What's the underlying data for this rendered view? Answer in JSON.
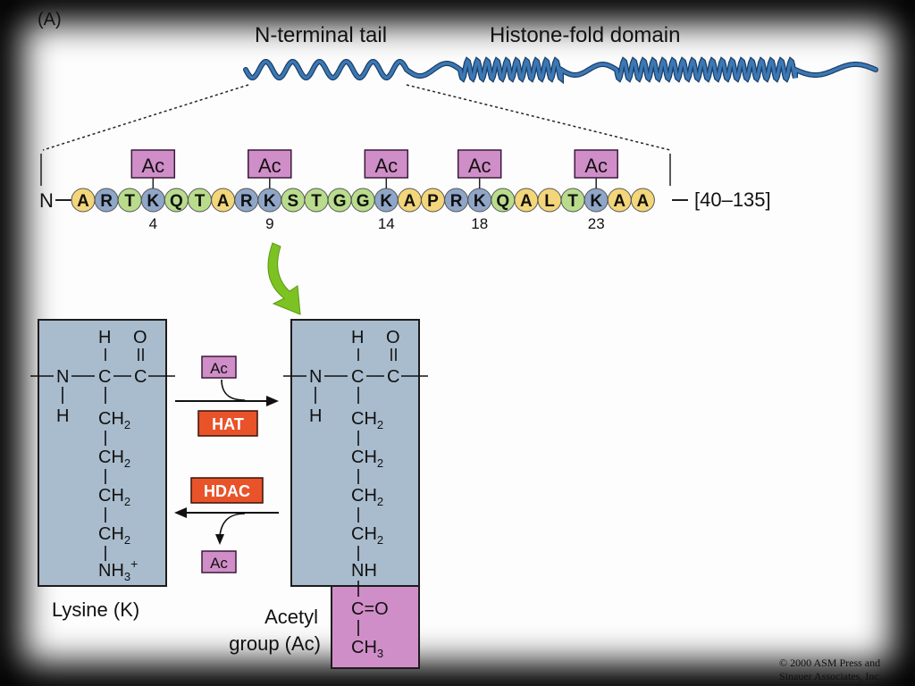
{
  "panel_label": "(A)",
  "labels": {
    "n_terminal_tail": "N-terminal tail",
    "histone_fold_domain": "Histone-fold domain",
    "n_terminus": "N",
    "range": "[40–135]",
    "lysine": "Lysine (K)",
    "acetyl_line1": "Acetyl",
    "acetyl_line2": "group (Ac)"
  },
  "modification_tag": "Ac",
  "sequence": [
    "A",
    "R",
    "T",
    "K",
    "Q",
    "T",
    "A",
    "R",
    "K",
    "S",
    "T",
    "G",
    "G",
    "K",
    "A",
    "P",
    "R",
    "K",
    "Q",
    "A",
    "L",
    "T",
    "K",
    "A",
    "A"
  ],
  "residue_colors": {
    "A": "#f3d67a",
    "R": "#8fa6c8",
    "T": "#b9dc8c",
    "K": "#8fa6c8",
    "Q": "#b9dc8c",
    "S": "#b9dc8c",
    "G": "#b9dc8c",
    "P": "#f3d67a",
    "L": "#f3d67a"
  },
  "acetylated_sites": [
    {
      "position": "4",
      "index": 3
    },
    {
      "position": "9",
      "index": 8
    },
    {
      "position": "14",
      "index": 13
    },
    {
      "position": "18",
      "index": 17
    },
    {
      "position": "23",
      "index": 22
    }
  ],
  "enzymes": {
    "hat": "HAT",
    "hdac": "HDAC"
  },
  "lysine_structure": {
    "H": "H",
    "O": "O",
    "N": "N",
    "C": "C",
    "H_below": "H",
    "CH2": "CH",
    "sub2": "2",
    "NH3": "NH",
    "sub3": "3",
    "plus": "+"
  },
  "acetyl_structure": {
    "NH": "NH",
    "CO": "C=O",
    "CH3": "CH",
    "sub3": "3"
  },
  "copyright": "© 2000 ASM Press and",
  "copyright2": "Sinauer Associates, Inc.",
  "colors": {
    "box_blue": "#a9bccd",
    "acetyl_pink": "#d08ec8",
    "enzyme_orange": "#e8532a",
    "arrow_green": "#7cc223",
    "helix_blue": "#3b78b5"
  }
}
